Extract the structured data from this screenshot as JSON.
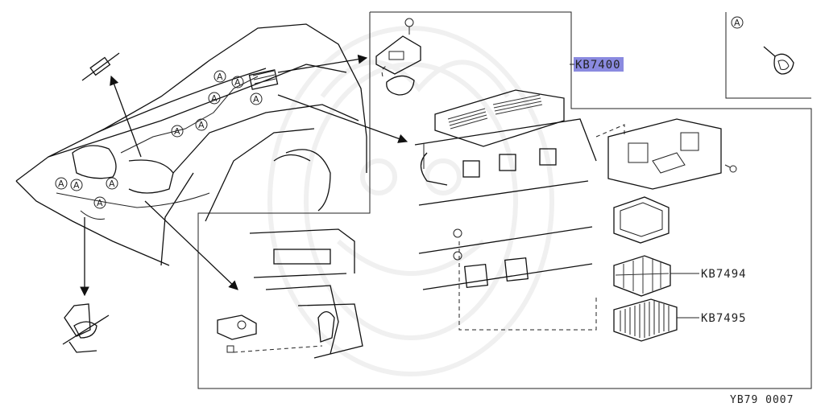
{
  "callout_symbol": "A",
  "labels": {
    "part_1": "KB7400",
    "part_2": "KB7494",
    "part_3": "KB7495",
    "figure_ref": "YB79 0007"
  },
  "colors": {
    "highlight": "#8a8ae0",
    "line": "#111111"
  }
}
